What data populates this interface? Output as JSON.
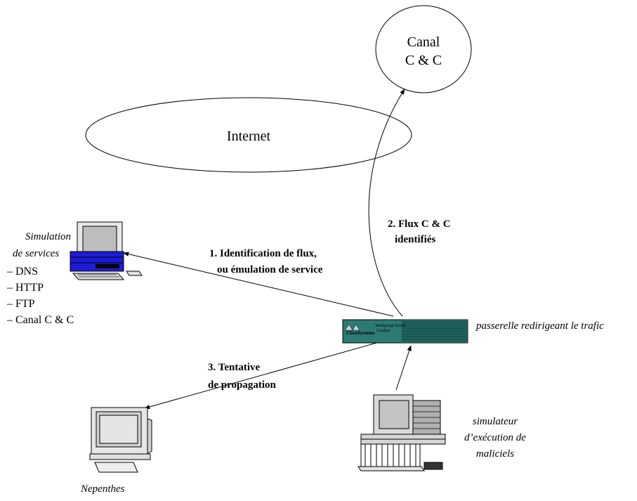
{
  "nodes": {
    "cc_channel": {
      "line1": "Canal",
      "line2": "C & C"
    },
    "internet": {
      "label": "Internet"
    },
    "gateway": {
      "caption": "passerelle redirigeant le trafic",
      "brand": "CiscoSystems",
      "model1": "Workgroup Switch",
      "model2": "Catalyst"
    },
    "services": {
      "title1": "Simulation",
      "title2": "de services",
      "items": [
        "– DNS",
        "– HTTP",
        "– FTP",
        "– Canal C & C"
      ]
    },
    "nepenthes": {
      "label": "Nepenthes"
    },
    "simulator": {
      "line1": "simulateur",
      "line2": "d’exécution de",
      "line3": "maliciels"
    }
  },
  "flows": {
    "f1": {
      "line1": "1. Identification de flux,",
      "line2": "ou émulation de service"
    },
    "f2": {
      "line1": "2. Flux C & C",
      "line2": "identifiés"
    },
    "f3": {
      "line1": "3. Tentative",
      "line2": "de propagation"
    }
  }
}
